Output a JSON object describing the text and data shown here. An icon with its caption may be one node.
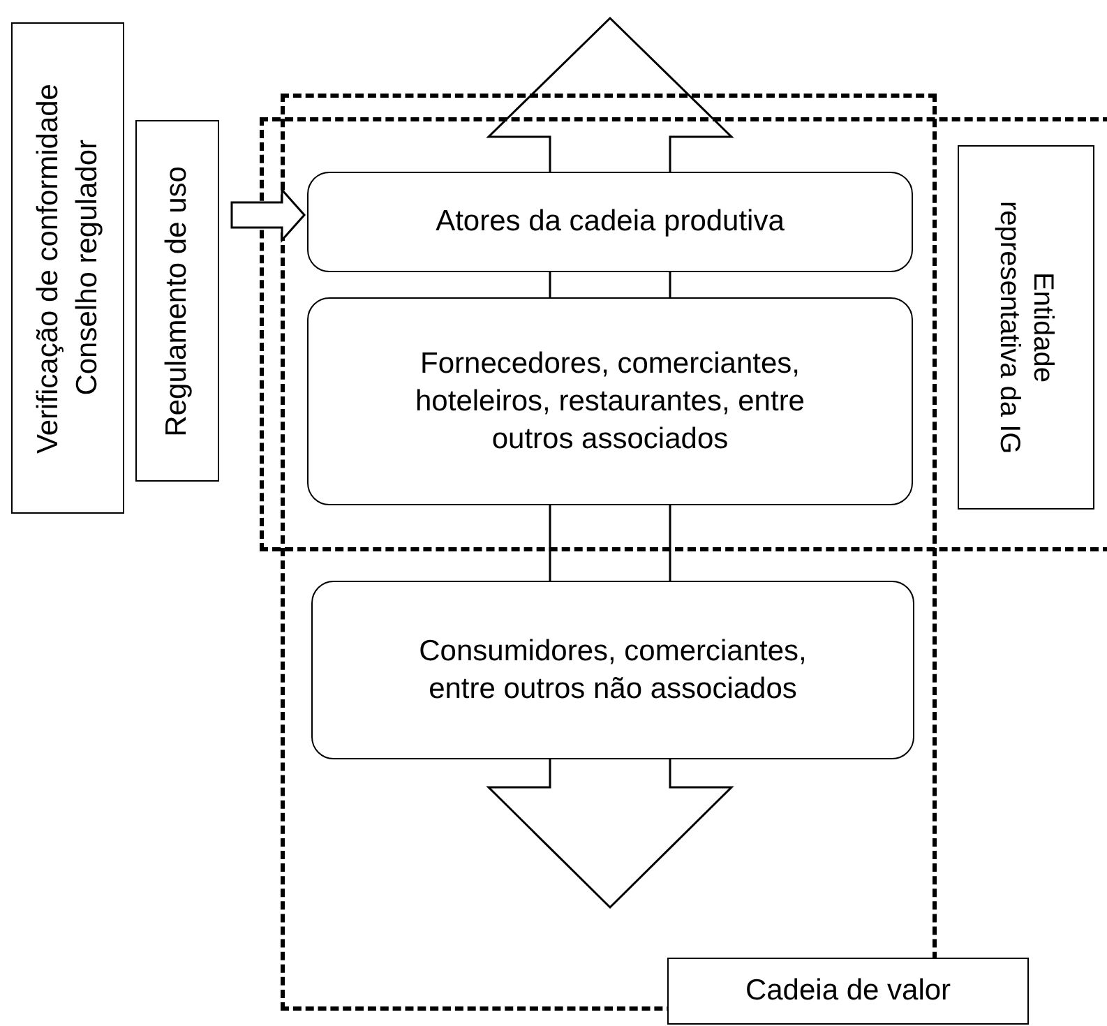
{
  "diagram": {
    "nodes": [
      {
        "text": [
          "Verificação de conformidade",
          "Conselho regulador"
        ]
      },
      {
        "text": [
          "Regulamento de uso"
        ]
      },
      {
        "text": [],
        "shape": "box"
      },
      {
        "text": [],
        "shape": "box"
      },
      {
        "text": [
          "Atores da cadeia produtiva"
        ]
      },
      {
        "text": [
          "Fornecedores, comerciantes, hoteleiros, restaurantes, entre outros associados"
        ]
      },
      {
        "text": [
          "Entidade representativa da IG"
        ],
        "in": 3
      },
      {
        "text": [
          "Consumidores, comerciantes, entre outros não associados"
        ],
        "in": 2
      },
      {
        "text": [
          "Cadeia de valor"
        ]
      }
    ],
    "edges": [
      {
        "from": 1,
        "to": 4,
        "arrow": "to"
      }
    ]
  }
}
